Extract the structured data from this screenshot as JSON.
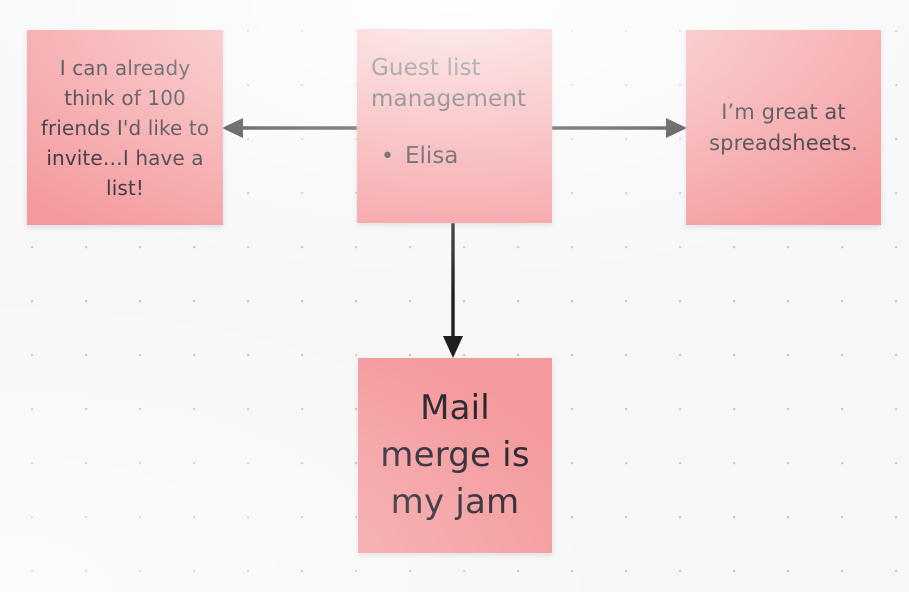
{
  "board": {
    "background_color": "#f7f7f8",
    "grid_dot_color": "#c9c9ce",
    "note_color": "#f4999c",
    "ink_color": "#1f1f1f"
  },
  "notes": {
    "friends": {
      "text": "I can already think of 100 friends I'd like to invite…I have a list!"
    },
    "guestlist": {
      "title": "Guest list management",
      "bullets": [
        {
          "marker": "•",
          "label": "Elisa"
        }
      ]
    },
    "spreadsheets": {
      "text": "I’m great at spreadsheets."
    },
    "mailmerge": {
      "text": "Mail merge is my jam"
    }
  },
  "connectors": [
    {
      "name": "guestlist-to-friends",
      "direction": "left"
    },
    {
      "name": "guestlist-to-spreadsheets",
      "direction": "right"
    },
    {
      "name": "guestlist-to-mailmerge",
      "direction": "down"
    }
  ]
}
